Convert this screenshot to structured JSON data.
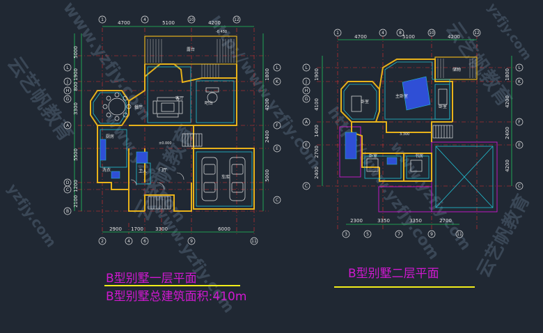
{
  "colors": {
    "background": "#202833",
    "wall": "#e8b21a",
    "grid": "#e33030",
    "dim": "#22c55e",
    "room": "#22c3d6",
    "caption": "#d018d0",
    "underline": "#f2ee1a",
    "stair": "#ffffff",
    "fixture": "#2f4fd6",
    "watermark": "#3a4756"
  },
  "watermarks": {
    "url_a": "www.yzfjy.com",
    "url_b": "http://www.yzfjy.com",
    "brand": "云艺帆教育",
    "short": "yzfjy.com"
  },
  "floor1": {
    "caption": "B型别墅一层平面",
    "area_caption": "B型别墅总建筑面积:410m",
    "top_dims": [
      "4700",
      "5100",
      "4200"
    ],
    "top_axes": [
      "1",
      "4",
      "10",
      "12"
    ],
    "bottom_dims": [
      "2900",
      "1700",
      "3300",
      "6000"
    ],
    "bottom_axes": [
      "2",
      "4",
      "6",
      "9",
      "11"
    ],
    "left_dims": [
      "5000",
      "1900",
      "800",
      "3300",
      "5500",
      "1200",
      "2100"
    ],
    "left_axes": [
      "L",
      "J",
      "H",
      "G",
      "A",
      "D",
      "C",
      "B"
    ],
    "right_dims": [
      "1800",
      "4200",
      "2400",
      "5000"
    ],
    "right_axes": [
      "L",
      "K",
      "F",
      "E",
      "C"
    ],
    "rooms": {
      "terrace": "露台",
      "dining": "餐厅",
      "living": "客厅",
      "bar": "吧台",
      "kitchen": "厨房",
      "servant": "工人",
      "laundry": "洗衣",
      "foyer": "门厅",
      "garage": "车库"
    },
    "level_mark": "±0.000",
    "top_mark": "-0.450"
  },
  "floor2": {
    "caption": "B型别墅二层平面",
    "top_dims": [
      "4700",
      "5100",
      "4200"
    ],
    "top_axes": [
      "1",
      "4",
      "8",
      "10",
      "12"
    ],
    "bottom_dims": [
      "2300",
      "3350",
      "3350",
      "2700"
    ],
    "bottom_axes": [
      "3",
      "5",
      "7",
      "9",
      "11"
    ],
    "left_axes": [
      "L",
      "J",
      "H",
      "G",
      "A",
      "E",
      "C"
    ],
    "left_dims": [
      "1900",
      "4100",
      "1400",
      "2700",
      "2400"
    ],
    "right_axes": [
      "L",
      "K",
      "F",
      "E",
      "C"
    ],
    "right_dims": [
      "1800",
      "4200",
      "2400",
      "4200"
    ],
    "rooms": {
      "bedroom_a": "卧室",
      "master": "主卧室",
      "bedroom_b": "卧室",
      "study": "书房",
      "bedroom_c": "卧室",
      "store": "储物"
    },
    "level_mark": "3.300"
  }
}
